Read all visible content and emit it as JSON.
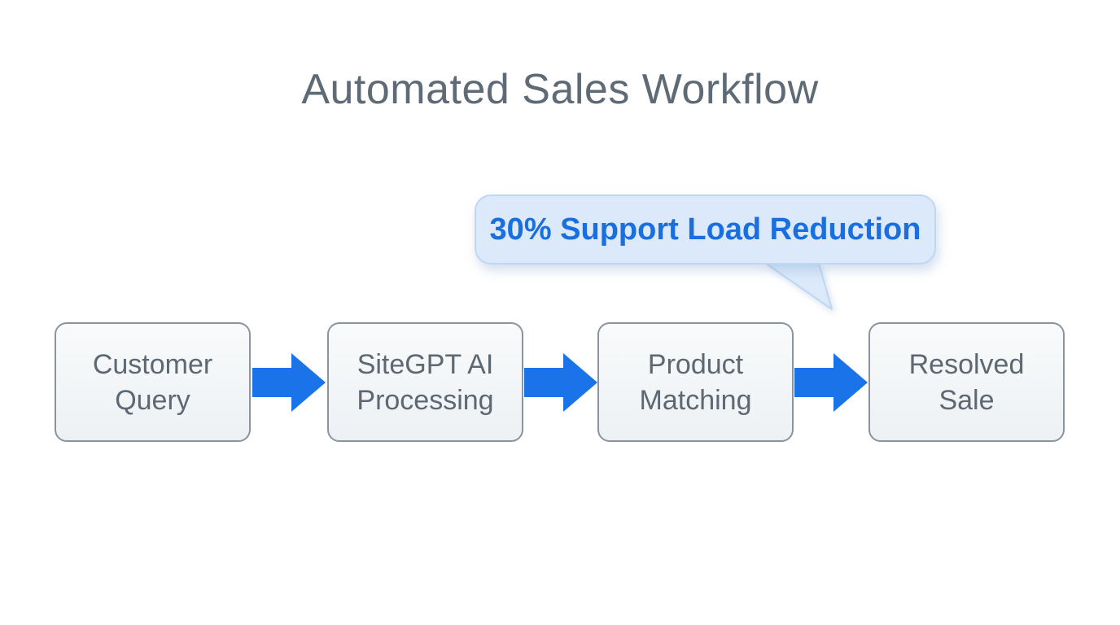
{
  "page": {
    "background_color": "#ffffff"
  },
  "title": {
    "text": "Automated Sales Workflow",
    "color": "#5f6a77"
  },
  "callout": {
    "text": "30% Support Load Reduction",
    "text_color": "#1a6fe0",
    "fill": "#dbe9fb",
    "border_color": "#bfd7f3"
  },
  "workflow": {
    "arrow_color": "#1a73e8",
    "box": {
      "fill": "#f4f6f8",
      "border_color": "#8b949e",
      "text_color": "#5d6873"
    },
    "steps": [
      {
        "label": "Customer Query",
        "lines": [
          "Customer",
          "Query"
        ]
      },
      {
        "label": "SiteGPT AI Processing",
        "lines": [
          "SiteGPT AI",
          "Processing"
        ]
      },
      {
        "label": "Product Matching",
        "lines": [
          "Product",
          "Matching"
        ]
      },
      {
        "label": "Resolved Sale",
        "lines": [
          "Resolved",
          "Sale"
        ]
      }
    ]
  }
}
